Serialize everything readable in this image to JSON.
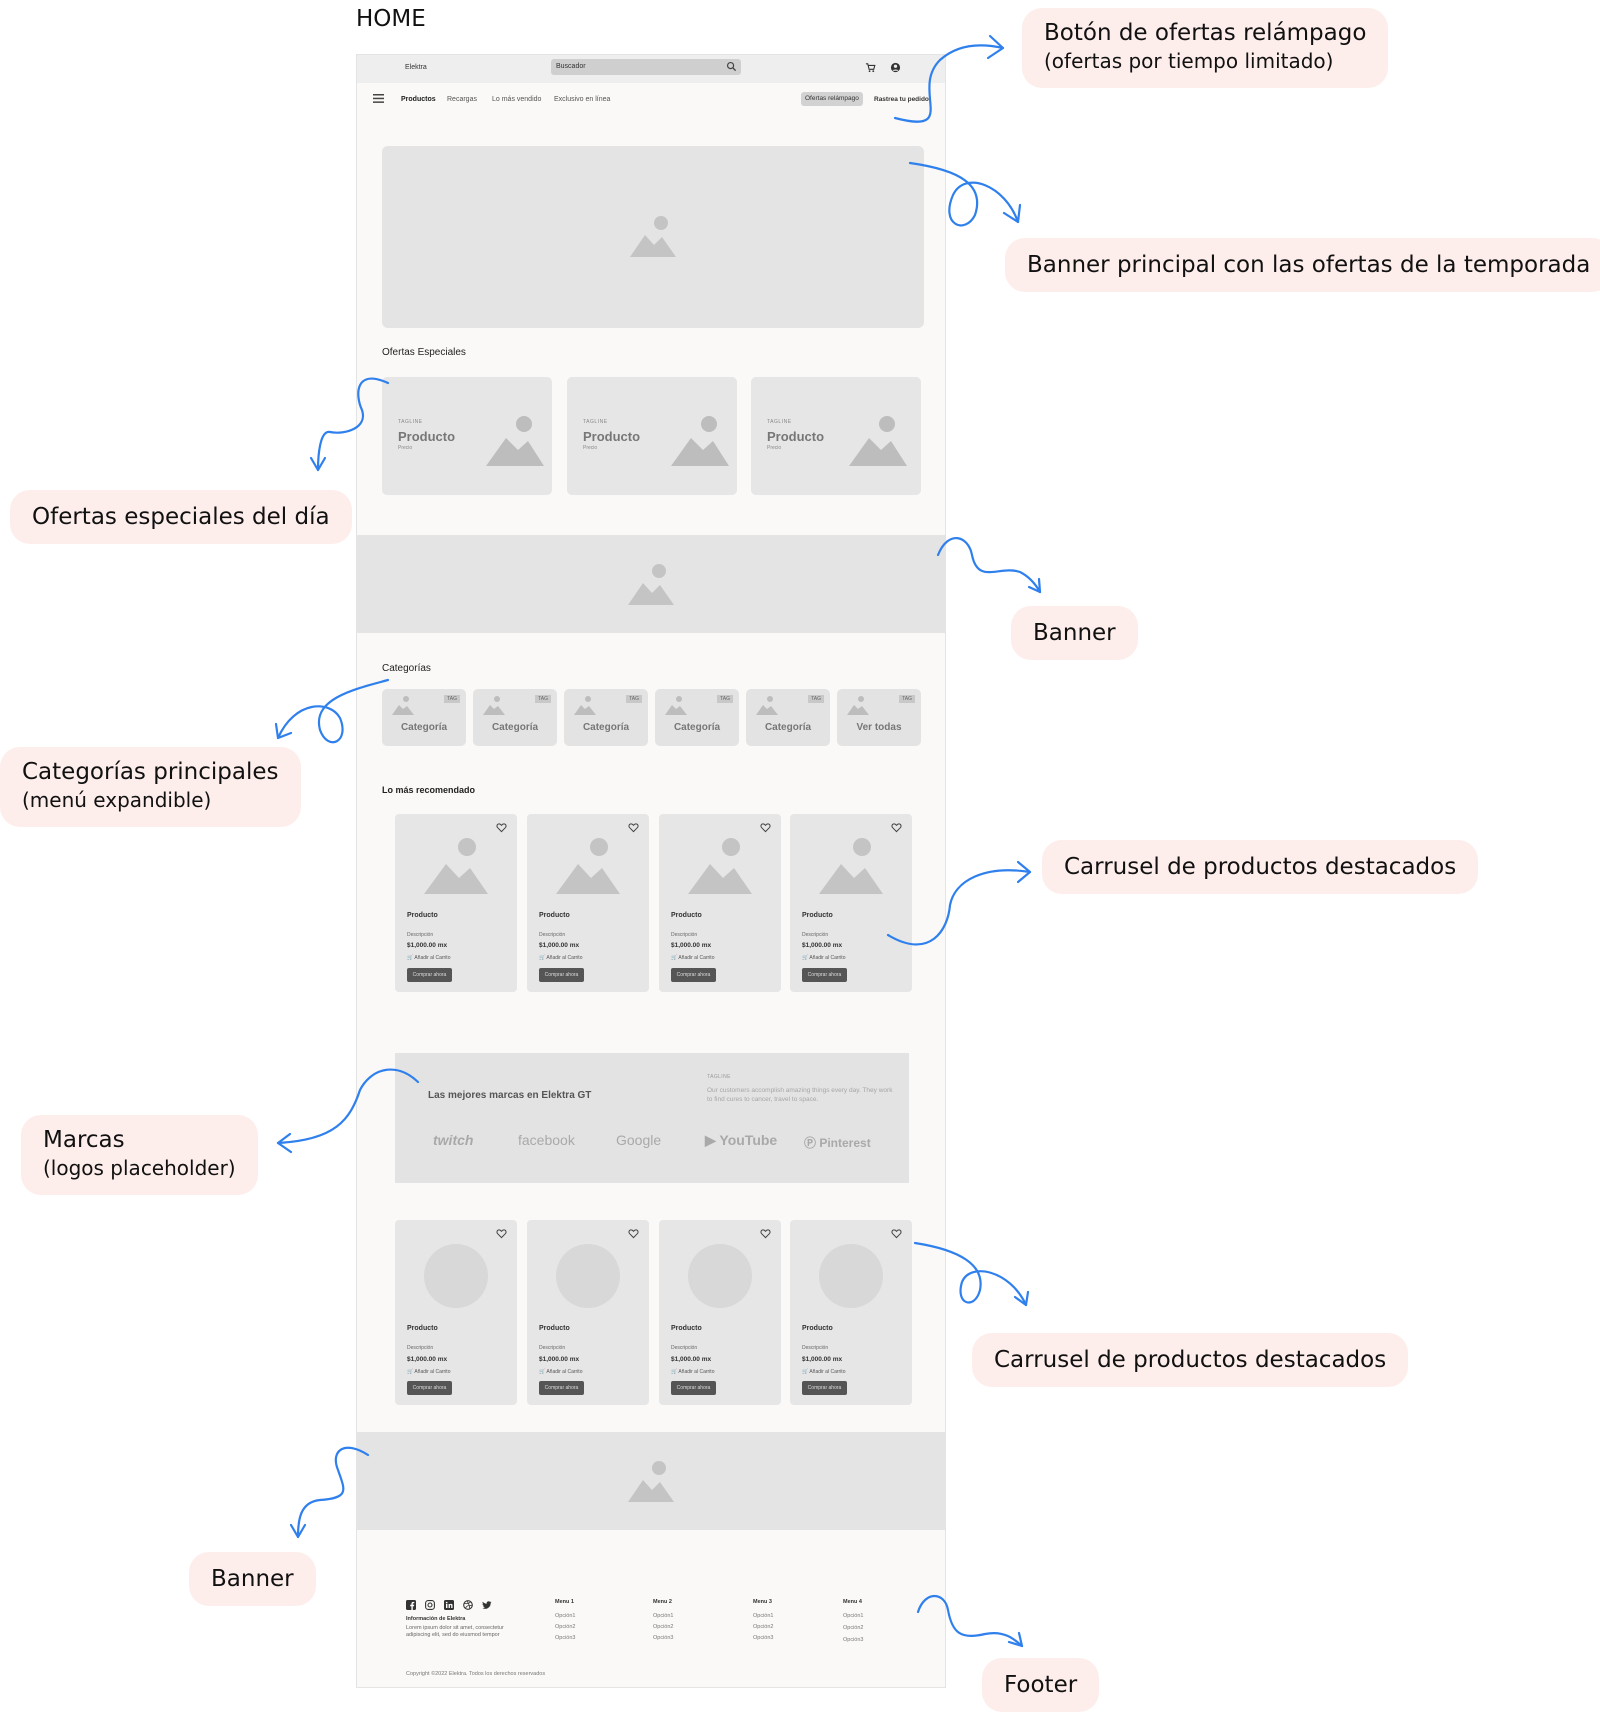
{
  "page_heading": "HOME",
  "wireframe": {
    "brand": "Elektra",
    "search_placeholder": "Buscador",
    "nav": [
      "Productos",
      "Recargas",
      "Lo más vendido",
      "Exclusivo en línea"
    ],
    "flash_button": "Ofertas relámpago",
    "track_link": "Rastrea tu pedido",
    "special_title": "Ofertas Especiales",
    "offers": [
      {
        "tag": "TAGLINE",
        "name": "Producto",
        "price": "Precio"
      },
      {
        "tag": "TAGLINE",
        "name": "Producto",
        "price": "Precio"
      },
      {
        "tag": "TAGLINE",
        "name": "Producto",
        "price": "Precio"
      }
    ],
    "categories_title": "Categorías",
    "categories": [
      {
        "tag": "TAG",
        "label": "Categoría"
      },
      {
        "tag": "TAG",
        "label": "Categoría"
      },
      {
        "tag": "TAG",
        "label": "Categoría"
      },
      {
        "tag": "TAG",
        "label": "Categoría"
      },
      {
        "tag": "TAG",
        "label": "Categoría"
      },
      {
        "tag": "TAG",
        "label": "Ver todas"
      }
    ],
    "recommended_title": "Lo más recomendado",
    "product": {
      "name": "Producto",
      "description": "Descripción",
      "price": "$1,000.00 mx",
      "add_to_cart": "Añadir al Carrito",
      "buy_now": "Comprar ahora"
    },
    "brands": {
      "title": "Las mejores marcas en Elektra GT",
      "tagline": "TAGLINE",
      "text": "Our customers accomplish amazing things every day. They work to find cures to cancer, travel to space.",
      "logos": [
        "twitch",
        "facebook",
        "Google",
        "YouTube",
        "Pinterest"
      ]
    },
    "footer": {
      "info_title": "Información de Elektra",
      "info_text": "Lorem ipsum dolor sit amet, consectetur adipiscing elit, sed do eiusmod tempor",
      "menus": [
        {
          "title": "Menu 1",
          "options": [
            "Opción1",
            "Opción2",
            "Opción3"
          ]
        },
        {
          "title": "Menu 2",
          "options": [
            "Opción1",
            "Opción2",
            "Opción3"
          ]
        },
        {
          "title": "Menu 3",
          "options": [
            "Opción1",
            "Opción2",
            "Opción3"
          ]
        },
        {
          "title": "Menu 4",
          "options": [
            "Opción1",
            "Opción2",
            "Opción3"
          ]
        }
      ],
      "copyright": "Copyright ©2022 Elektra. Todos los derechos reservados"
    }
  },
  "annotations": {
    "flash": {
      "line1": "Botón de ofertas relámpago",
      "line2": "(ofertas por tiempo limitado)"
    },
    "hero": "Banner principal con las ofertas de la temporada",
    "offers": "Ofertas especiales del día",
    "banner1": "Banner",
    "categories": {
      "line1": "Categorías principales",
      "line2": "(menú expandible)"
    },
    "carousel1": "Carrusel de productos destacados",
    "brands": {
      "line1": "Marcas",
      "line2": "(logos placeholder)"
    },
    "carousel2": "Carrusel de productos destacados",
    "banner2": "Banner",
    "footer": "Footer"
  },
  "colors": {
    "arrow": "#2f80ed",
    "note_bg": "#fdeeec",
    "placeholder": "#e4e4e4"
  }
}
